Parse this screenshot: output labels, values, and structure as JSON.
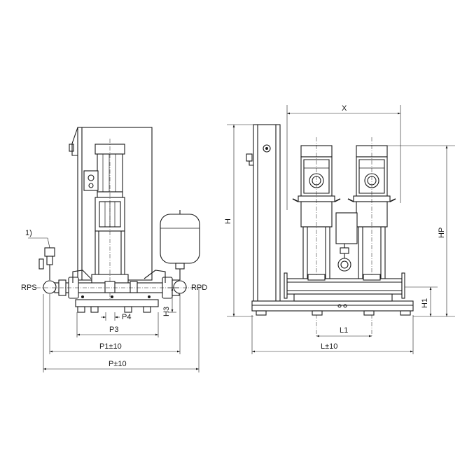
{
  "labels": {
    "note_marker": "1)",
    "suction_port": "RPS",
    "discharge_port": "RPD",
    "dim_h3": "H3",
    "dim_p4": "P4",
    "dim_p3": "P3",
    "dim_p1": "P1±10",
    "dim_p": "P±10",
    "dim_x": "X",
    "dim_h": "H",
    "dim_hp": "HP",
    "dim_h1": "H1",
    "dim_l1": "L1",
    "dim_l": "L±10"
  }
}
